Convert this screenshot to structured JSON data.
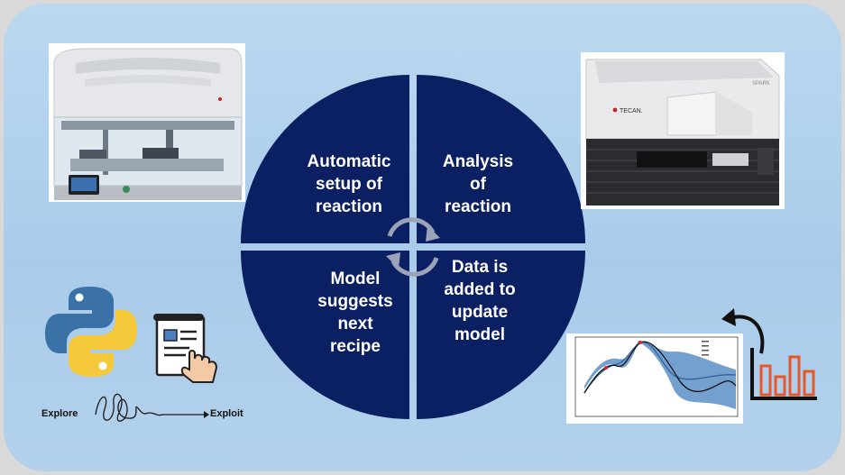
{
  "cycle": {
    "steps": [
      {
        "text": "Automatic\nsetup of\nreaction"
      },
      {
        "text": "Analysis\nof\nreaction"
      },
      {
        "text": "Model\nsuggests\nnext\nrecipe"
      },
      {
        "text": "Data is\nadded to\nupdate\nmodel"
      }
    ]
  },
  "instruments": {
    "right_brand": "TECAN.",
    "right_model": "SPARK"
  },
  "explore_exploit": {
    "left": "Explore",
    "right": "Exploit"
  },
  "colors": {
    "circle": "#0b1f63",
    "background": "#aecdea",
    "bars": "#e8572a"
  },
  "icons": [
    "python-logo-icon",
    "document-touch-icon",
    "bar-chart-icon",
    "cycle-arrows-icon"
  ]
}
